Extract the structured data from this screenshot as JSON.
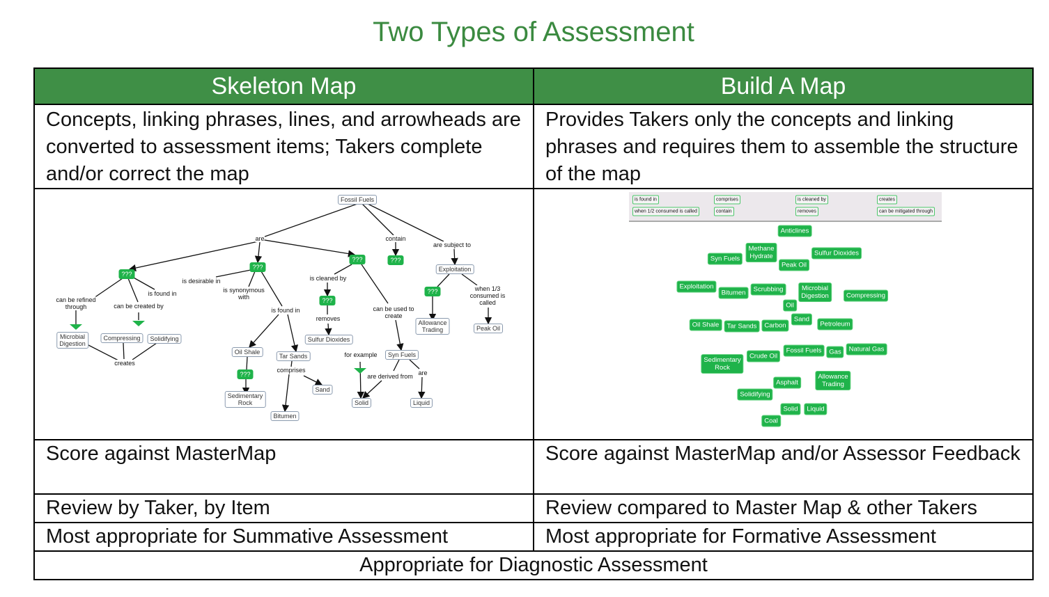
{
  "title": "Two Types of Assessment",
  "table": {
    "headers": [
      "Skeleton Map",
      "Build A Map"
    ],
    "description": [
      "Concepts, linking phrases, lines, and arrowheads are converted to assessment items; Takers complete and/or correct the map",
      "Provides Takers only the concepts and linking phrases and requires them to assemble the structure of the map"
    ],
    "scoring": [
      "Score against MasterMap",
      "Score against MasterMap and/or Assessor Feedback"
    ],
    "review": [
      "Review by Taker, by Item",
      "Review compared to Master Map & other Takers"
    ],
    "appropriate": [
      "Most appropriate for Summative Assessment",
      "Most appropriate for Formative Assessment"
    ],
    "shared": "Appropriate for Diagnostic Assessment"
  },
  "skeleton_map": {
    "concepts": [
      "Fossil Fuels",
      "Microbial\nDigestion",
      "Compressing",
      "Solidifying",
      "Oil Shale",
      "Sedimentary\nRock",
      "Tar Sands",
      "Bitumen",
      "Sand",
      "Sulfur Dioxides",
      "Syn Fuels",
      "Solid",
      "Liquid",
      "Exploitation",
      "Allowance\nTrading",
      "Peak Oil"
    ],
    "unknown_label": "???",
    "unknown_count": 7,
    "linking_phrases": [
      "are",
      "contain",
      "are subject to",
      "can be refined\nthrough",
      "can be created by",
      "is found in",
      "is desirable in",
      "is synonymous\nwith",
      "is found in",
      "is cleaned by",
      "removes",
      "can be used to\ncreate",
      "when 1/3\nconsumed is\ncalled",
      "creates",
      "comprises",
      "for example",
      "are derived from",
      "are"
    ]
  },
  "build_map": {
    "phrase_bank": [
      "is found in",
      "comprises",
      "is cleaned by",
      "creates",
      "when 1/2 consumed is called",
      "contain",
      "removes",
      "can be mitigated through"
    ],
    "concepts": [
      "Anticlines",
      "Methane\nHydrate",
      "Syn Fuels",
      "Sulfur Dioxides",
      "Peak Oil",
      "Exploitation",
      "Bitumen",
      "Scrubbing",
      "Microbial\nDigestion",
      "Compressing",
      "Oil",
      "Sand",
      "Oil Shale",
      "Tar Sands",
      "Carbon",
      "Petroleum",
      "Fossil Fuels",
      "Gas",
      "Natural Gas",
      "Crude Oil",
      "Sedimentary\nRock",
      "Asphalt",
      "Allowance\nTrading",
      "Solidifying",
      "Solid",
      "Liquid",
      "Coal"
    ]
  },
  "colors": {
    "accent": "#3f8f46",
    "title": "#3b8a40",
    "node_green": "#1fb34a"
  }
}
